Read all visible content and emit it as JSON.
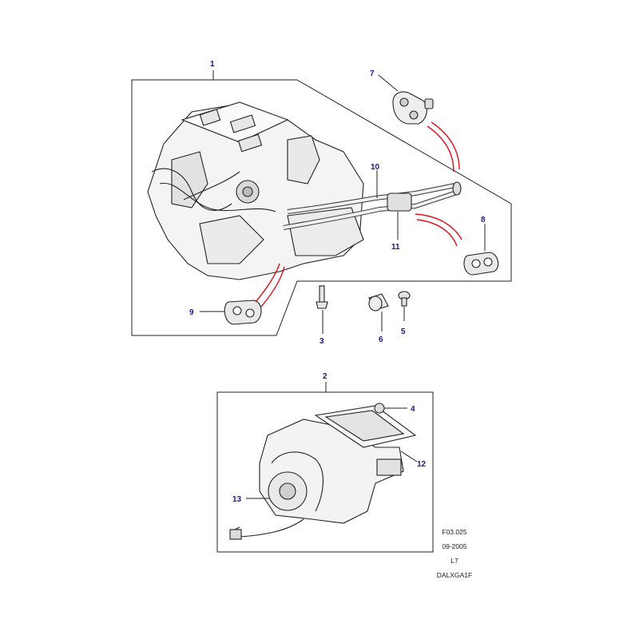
{
  "diagram": {
    "callouts": {
      "c1": "1",
      "c2": "2",
      "c3": "3",
      "c4": "4",
      "c5": "5",
      "c6": "6",
      "c7": "7",
      "c8": "8",
      "c9": "9",
      "c10": "10",
      "c11": "11",
      "c12": "12",
      "c13": "13"
    },
    "colors": {
      "callout": "#1a1a8c",
      "leader": "#e0101a",
      "line": "#222222"
    },
    "parts": [
      "heater-assembly",
      "blower-assembly",
      "stud-bolt",
      "nut",
      "screw",
      "spacer",
      "grommet",
      "seal",
      "seal",
      "pipe",
      "pipe",
      "duct-seal",
      "blower-motor"
    ]
  },
  "footer": {
    "ref": "F03.025",
    "date": "09-2005",
    "model": "L7",
    "code": "DALXGA1F"
  }
}
